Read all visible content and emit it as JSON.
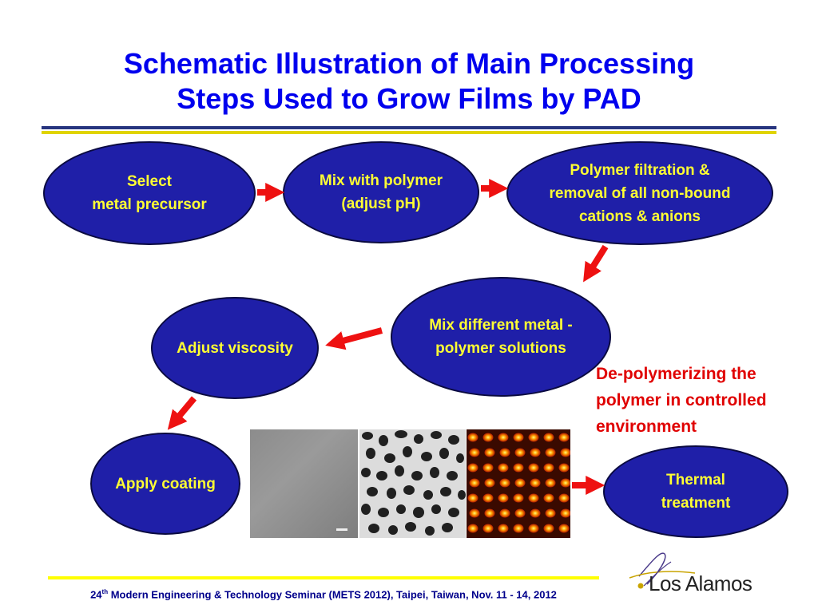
{
  "title": {
    "line1": "Schematic Illustration of Main Processing",
    "line2": "Steps Used to Grow Films by PAD"
  },
  "nodes": {
    "select": [
      "Select",
      "metal precursor"
    ],
    "mix_polymer": [
      "Mix with polymer",
      "(adjust pH)"
    ],
    "filtration": [
      "Polymer filtration &",
      "removal of all non-bound",
      "cations & anions"
    ],
    "mix_metal": [
      "Mix different metal -",
      "polymer solutions"
    ],
    "viscosity": [
      "Adjust viscosity"
    ],
    "coating": [
      "Apply coating"
    ],
    "thermal": [
      "Thermal",
      "treatment"
    ]
  },
  "annotation": {
    "line1": "De-polymerizing the",
    "line2": "polymer in controlled",
    "line3": "environment"
  },
  "footer": {
    "number": "24",
    "suffix": "th",
    "text": " Modern Engineering & Technology Seminar (METS 2012), Taipei, Taiwan, Nov. 11 - 14, 2012"
  },
  "logo": {
    "text": "Los Alamos"
  },
  "colors": {
    "title": "#0000ee",
    "node_fill": "#1f1fa8",
    "node_text": "#ffff33",
    "arrow": "#ee1111",
    "annotation": "#e00000",
    "footer_text": "#00008b",
    "rule_yellow": "#e0d400",
    "rule_blue": "#27357f"
  }
}
